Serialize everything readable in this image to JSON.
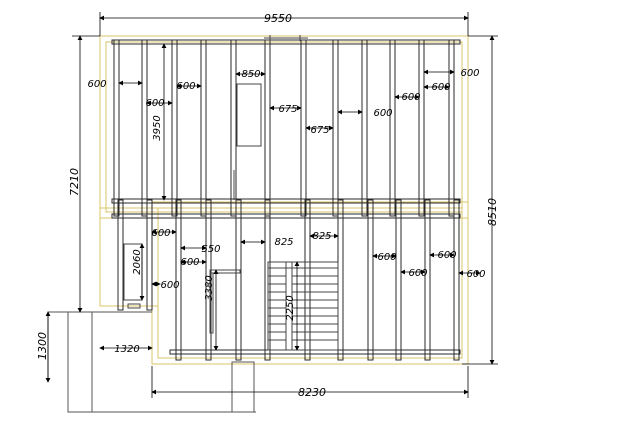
{
  "plan": {
    "overall_width": "9550",
    "overall_depth_left": "7210",
    "overall_depth_right": "8510",
    "porch_depth": "1300",
    "porch_width": "1320",
    "bottom_width": "8230",
    "upper_span": "3950",
    "stair_run": "2250",
    "lower_left_span": "3380",
    "closet_depth": "2060",
    "spacing": {
      "s600": "600",
      "s850": "850",
      "s675": "675",
      "s550": "550",
      "s825": "825"
    },
    "colors": {
      "line": "#000000",
      "wall_outline": "#d8c46a",
      "beam": "#2a2a2a"
    }
  }
}
